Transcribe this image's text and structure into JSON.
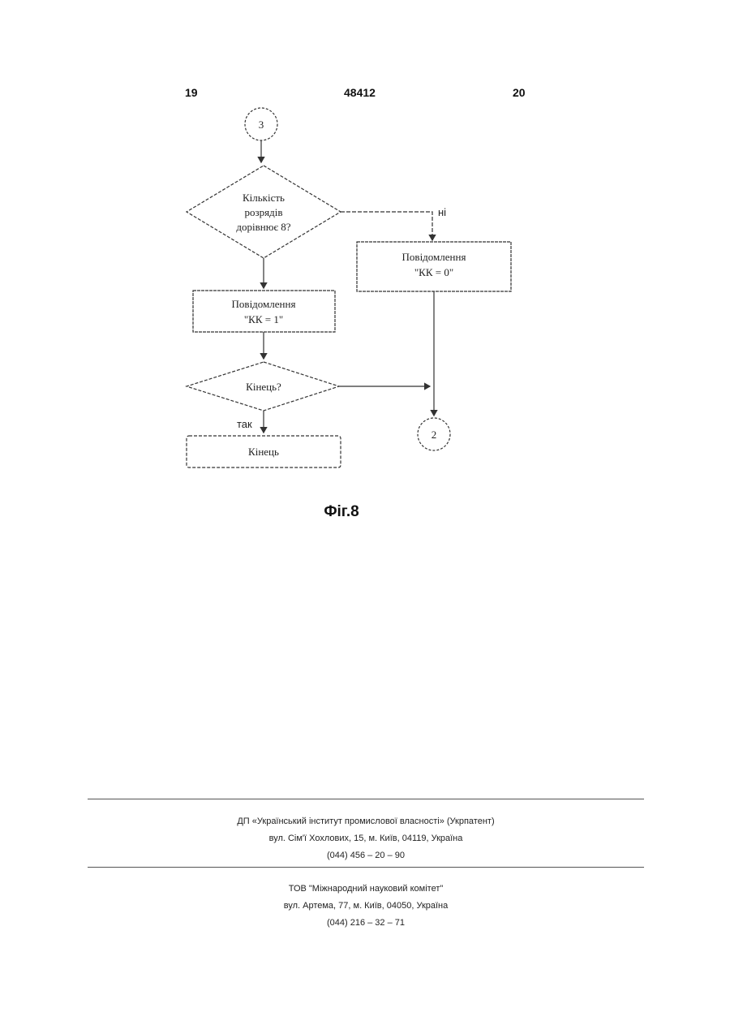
{
  "header": {
    "left_page": "19",
    "patent_number": "48412",
    "right_page": "20"
  },
  "flowchart": {
    "connector_in": "3",
    "decision_1": {
      "lines": [
        "Кількість",
        "розрядів",
        "дорівнює 8?"
      ]
    },
    "no_label": "ні",
    "message_0": {
      "lines": [
        "Повідомлення",
        "\"КК = 0\""
      ]
    },
    "message_1": {
      "lines": [
        "Повідомлення",
        "\"КК = 1\""
      ]
    },
    "decision_2": {
      "lines": [
        "Кінець?"
      ]
    },
    "yes_label": "так",
    "end_box": "Кінець",
    "connector_out": "2"
  },
  "caption": "Фіг.8",
  "footer": {
    "org1": {
      "name": "ДП «Український інститут промислової власності» (Укрпатент)",
      "address": "вул. Сім'ї Хохлових, 15, м. Київ, 04119, Україна",
      "phone": "(044) 456 – 20 – 90"
    },
    "org2": {
      "name": "ТОВ \"Міжнародний науковий комітет\"",
      "address": "вул. Артема, 77, м. Київ, 04050, Україна",
      "phone": "(044) 216 – 32 – 71"
    }
  }
}
